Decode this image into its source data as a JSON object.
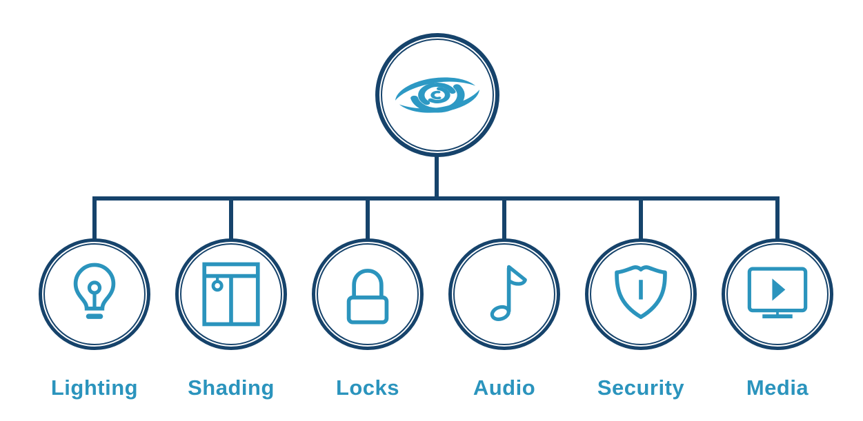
{
  "colors": {
    "navy": "#16436b",
    "teal": "#2b94bd",
    "swirl": "#2d99c4",
    "background": "#ffffff"
  },
  "root": {
    "name": "brand-hub-node",
    "icon": "swirl-logo-icon"
  },
  "nodes": [
    {
      "id": "lighting",
      "label": "Lighting",
      "icon": "lightbulb-icon"
    },
    {
      "id": "shading",
      "label": "Shading",
      "icon": "window-shade-icon"
    },
    {
      "id": "locks",
      "label": "Locks",
      "icon": "padlock-icon"
    },
    {
      "id": "audio",
      "label": "Audio",
      "icon": "music-note-icon"
    },
    {
      "id": "security",
      "label": "Security",
      "icon": "shield-icon"
    },
    {
      "id": "media",
      "label": "Media",
      "icon": "tv-play-icon"
    }
  ]
}
